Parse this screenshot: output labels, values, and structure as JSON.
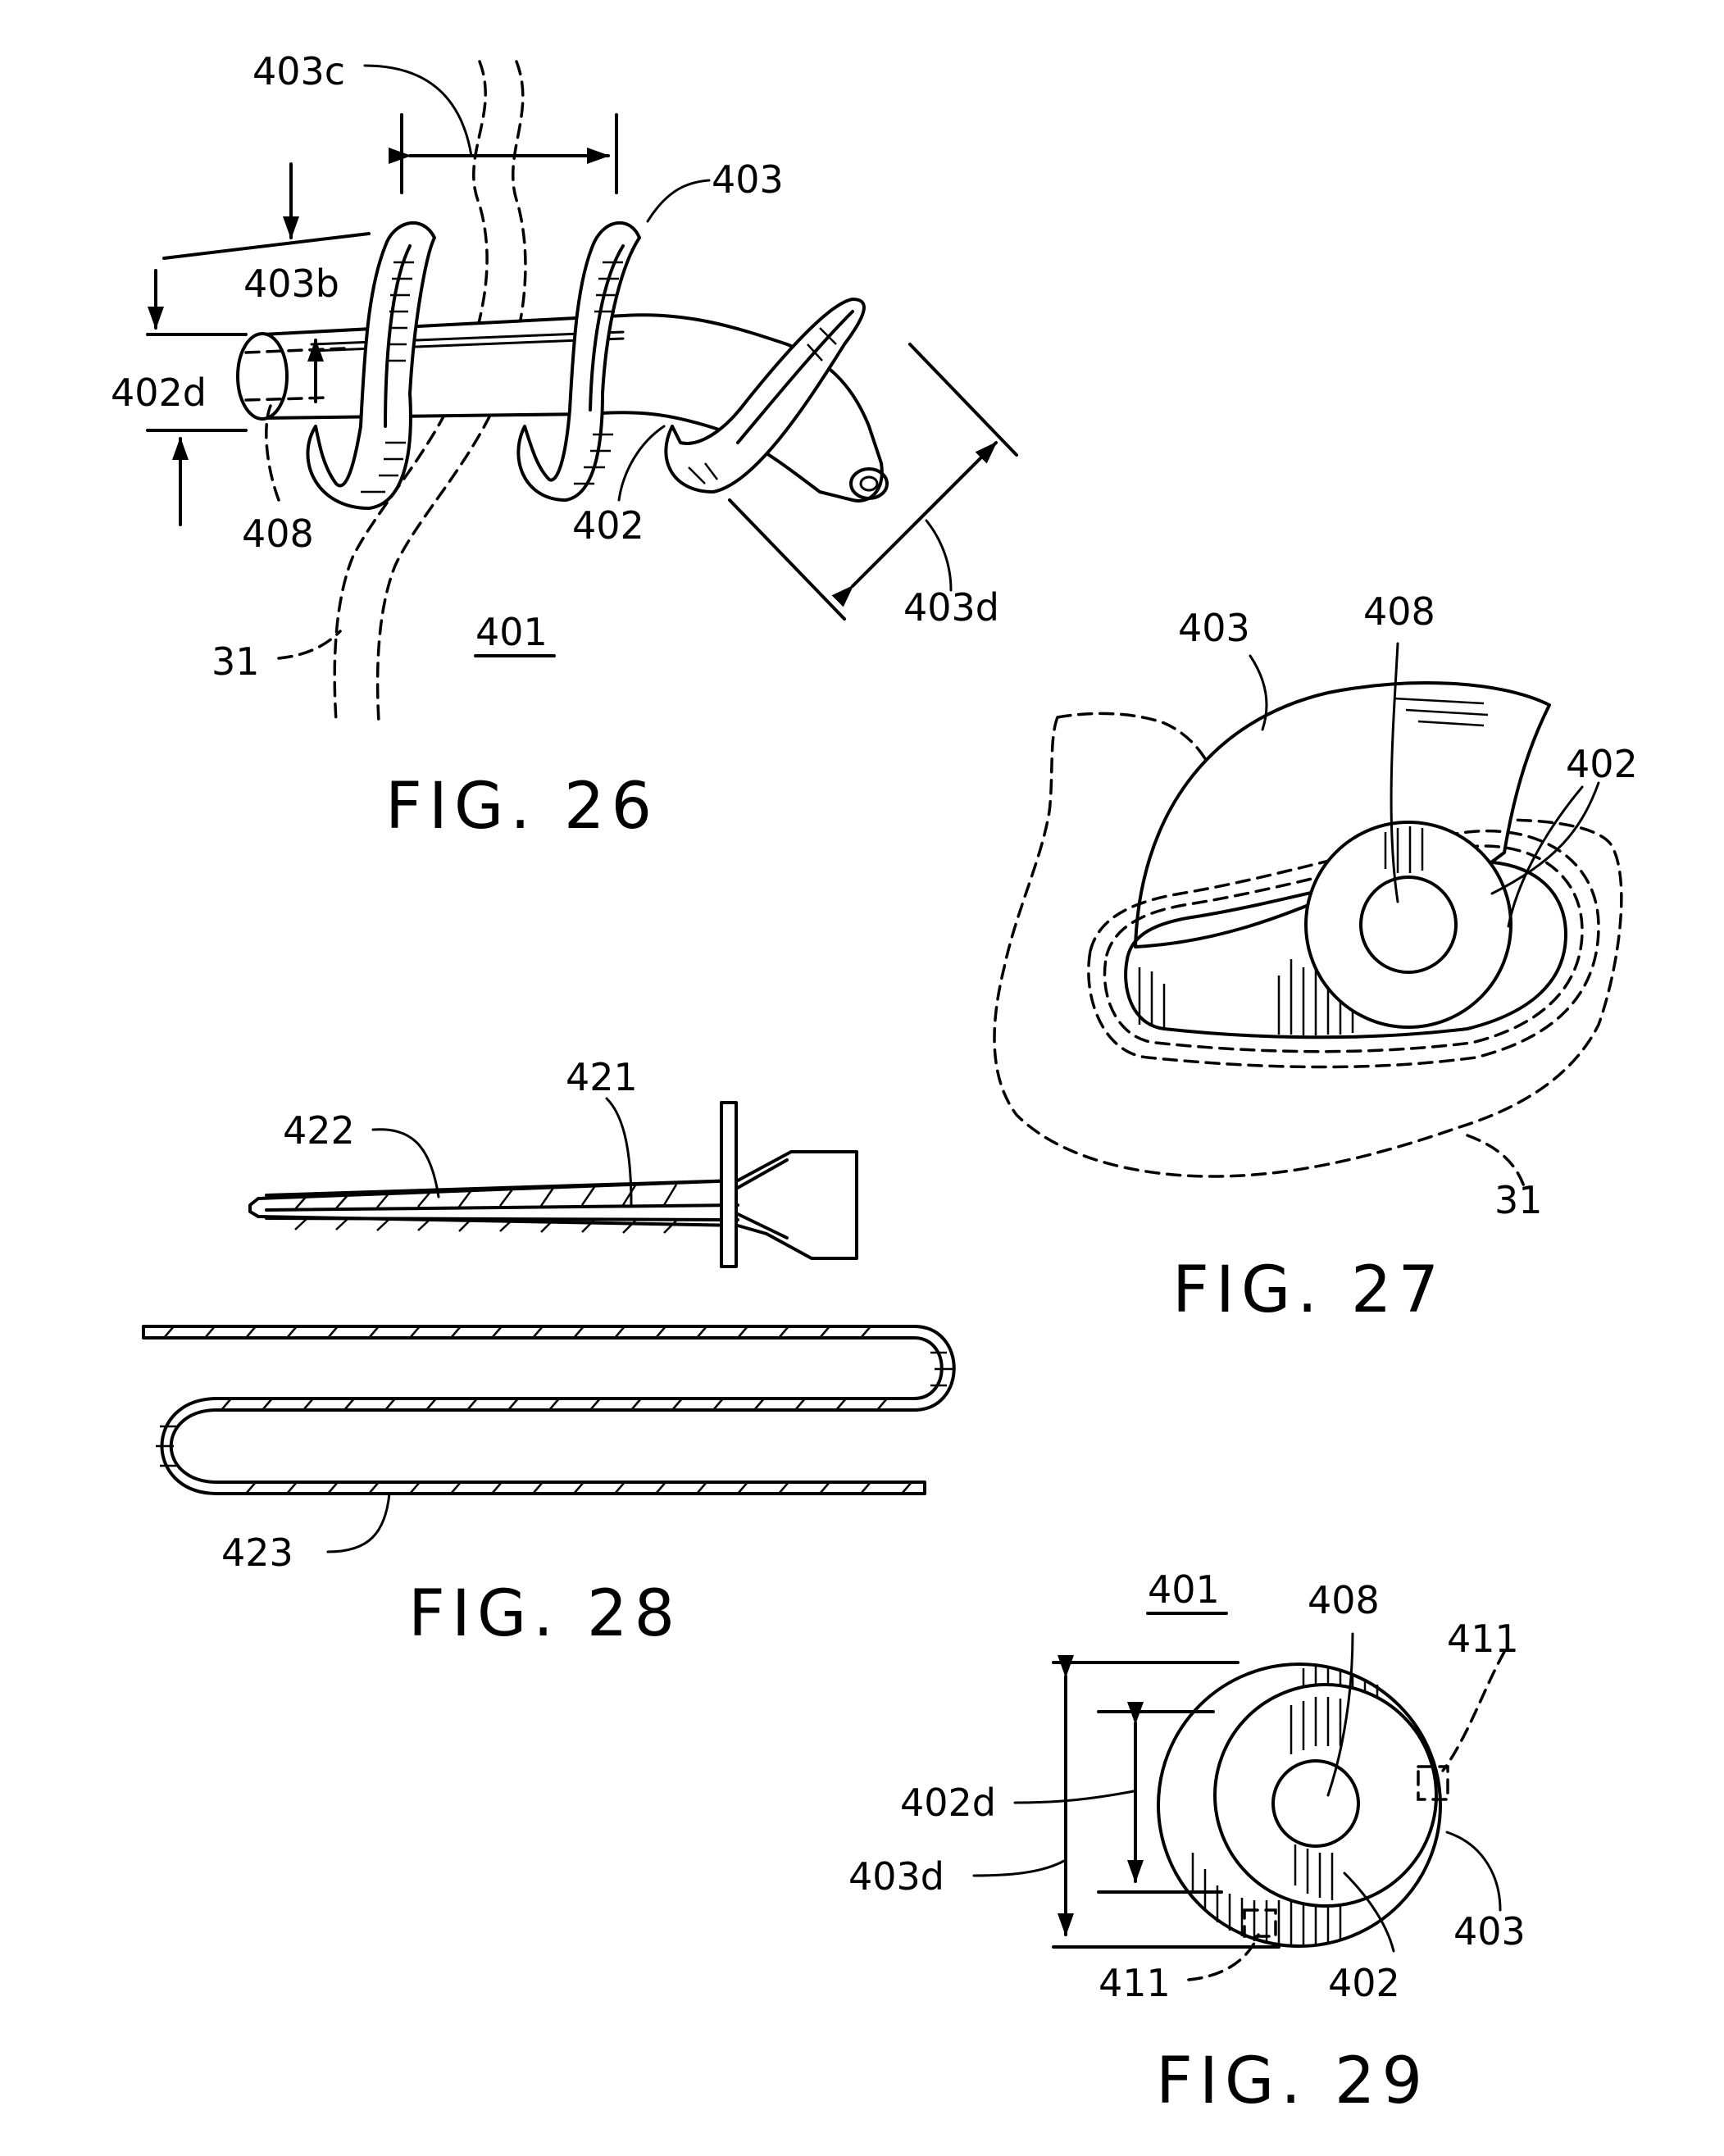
{
  "fig26": {
    "caption": "FIG. 26",
    "labels": {
      "l403c": "403c",
      "l403": "403",
      "l403b": "403b",
      "l402d": "402d",
      "l408": "408",
      "l402": "402",
      "l403d": "403d",
      "l31": "31",
      "l401": "401"
    }
  },
  "fig27": {
    "caption": "FIG. 27",
    "labels": {
      "l403": "403",
      "l408": "408",
      "l402": "402",
      "l31": "31"
    }
  },
  "fig28": {
    "caption": "FIG. 28",
    "labels": {
      "l422": "422",
      "l421": "421",
      "l423": "423"
    }
  },
  "fig29": {
    "caption": "FIG. 29",
    "labels": {
      "l401": "401",
      "l408": "408",
      "l411a": "411",
      "l402d": "402d",
      "l403d": "403d",
      "l403": "403",
      "l411b": "411",
      "l402": "402"
    }
  }
}
